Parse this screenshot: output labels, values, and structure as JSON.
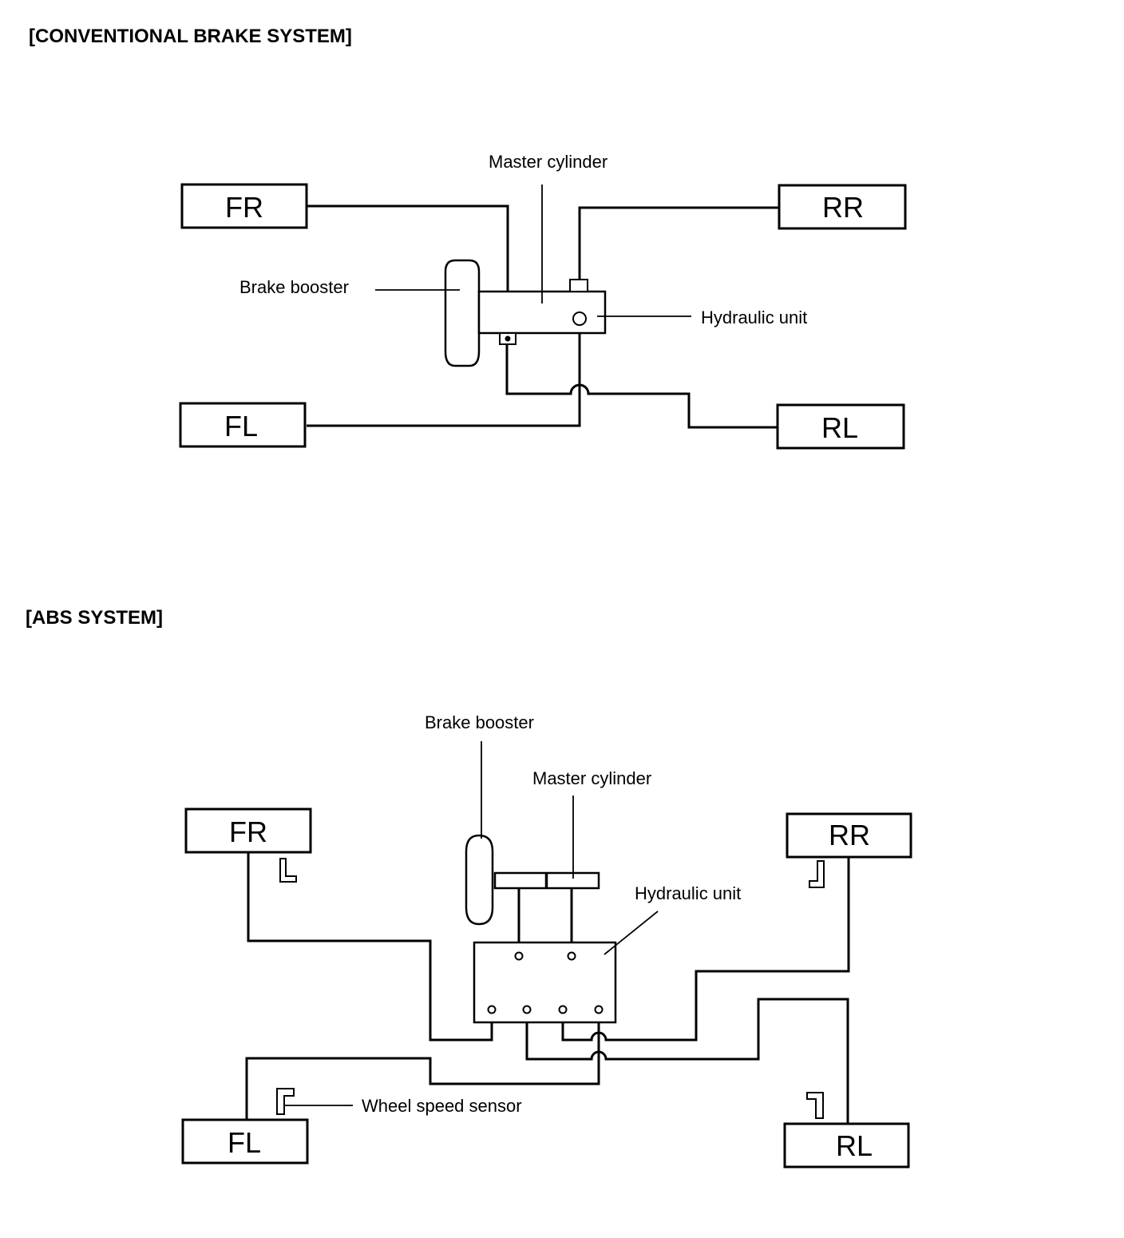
{
  "conventional": {
    "heading": "[CONVENTIONAL BRAKE SYSTEM]",
    "wheels": {
      "fr": "FR",
      "rr": "RR",
      "fl": "FL",
      "rl": "RL"
    },
    "labels": {
      "master_cylinder": "Master cylinder",
      "brake_booster": "Brake booster",
      "hydraulic_unit": "Hydraulic unit"
    }
  },
  "abs": {
    "heading": "[ABS SYSTEM]",
    "wheels": {
      "fr": "FR",
      "rr": "RR",
      "fl": "FL",
      "rl": "RL"
    },
    "labels": {
      "brake_booster": "Brake booster",
      "master_cylinder": "Master cylinder",
      "hydraulic_unit": "Hydraulic unit",
      "wheel_speed_sensor": "Wheel speed sensor"
    }
  }
}
